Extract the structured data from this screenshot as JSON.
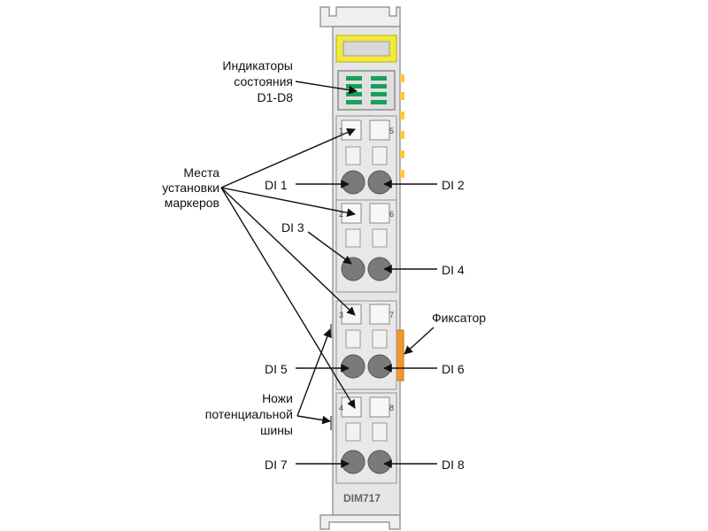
{
  "labels": {
    "indicators": [
      "Индикаторы",
      "состояния",
      "D1-D8"
    ],
    "markers": [
      "Места",
      "установки",
      "маркеров"
    ],
    "knives": [
      "Ножи",
      "потенциальной",
      "шины"
    ],
    "latch": "Фиксатор",
    "di1": "DI 1",
    "di2": "DI 2",
    "di3": "DI 3",
    "di4": "DI 4",
    "di5": "DI 5",
    "di6": "DI 6",
    "di7": "DI 7",
    "di8": "DI 8"
  },
  "module": {
    "name": "DIM717",
    "slot_numbers_left": [
      "1",
      "2",
      "3",
      "4"
    ],
    "slot_numbers_right": [
      "5",
      "6",
      "7",
      "8"
    ]
  },
  "colors": {
    "module_body": "#e6e6e6",
    "outline": "#9a9a9a",
    "yellow_label": "#f2ea3a",
    "led_green": "#1aa05a",
    "contacts": "#ffc640",
    "latch": "#f5962a",
    "terminal": "#7a7a7a"
  }
}
